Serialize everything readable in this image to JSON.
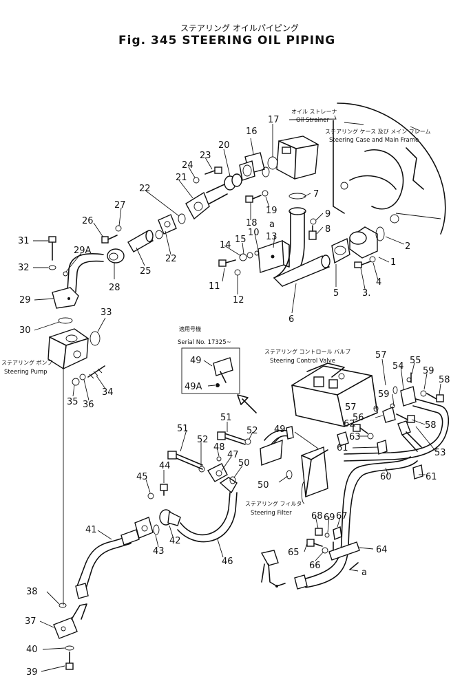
{
  "header": {
    "title_jp": "ステアリング オイルパイピング",
    "title": "Fig. 345 STEERING OIL PIPING"
  },
  "labels": {
    "oil_strainer_jp": "オイル ストレーナ",
    "oil_strainer": "Oil Strainer",
    "case_frame_jp": "ステアリング ケース 及び メイン フレーム",
    "case_frame": "Steering Case and Main Frame",
    "steering_pump_jp": "ステアリング ポンプ",
    "steering_pump": "Steering Pump",
    "serial_jp": "適用号機",
    "serial": "Serial No. 17325~",
    "control_valve_jp": "ステアリング コントロール バルブ",
    "control_valve": "Steering Control Valve",
    "filter_jp": "ステアリング フィルタ",
    "filter": "Steering Filter"
  },
  "callouts": {
    "n1": "1",
    "n2": "2",
    "n3": "3.",
    "n4": "4",
    "n5": "5",
    "n6": "6",
    "n7": "7",
    "n8": "8",
    "n9": "9",
    "n10": "10",
    "n11": "11",
    "n12": "12",
    "n13": "13",
    "n14": "14",
    "n15": "15",
    "n16": "16",
    "n17": "17",
    "n18": "18",
    "n19": "19",
    "n20": "20",
    "n21": "21",
    "n22a": "22",
    "n22b": "22",
    "n23": "23",
    "n24": "24",
    "n25": "25",
    "n26": "26",
    "n27": "27",
    "n28": "28",
    "n29": "29",
    "n29a": "29A",
    "n30": "30",
    "n31": "31",
    "n32": "32",
    "n33": "33",
    "n34": "34",
    "n35": "35",
    "n36": "36",
    "n37": "37",
    "n38": "38",
    "n39": "39",
    "n40": "40",
    "n41": "41",
    "n42": "42",
    "n43": "43",
    "n44": "44",
    "n45": "45",
    "n46": "46",
    "n47": "47",
    "n48": "48",
    "n49": "49",
    "n49b": "49",
    "n49a": "49A",
    "n50a": "50",
    "n50b": "50",
    "n51a": "51",
    "n51b": "51",
    "n52a": "52",
    "n52b": "52",
    "n53": "53",
    "n54": "54",
    "n55": "55",
    "n56": "56",
    "n57a": "57",
    "n57b": "57",
    "n58a": "58",
    "n58b": "58",
    "n59a": "59",
    "n59b": "59",
    "n60": "60",
    "n61a": "61",
    "n61b": "61",
    "n62": "62",
    "n63": "63",
    "n64": "64",
    "n65": "65",
    "n66": "66",
    "n67": "67",
    "n68": "68",
    "n69": "69",
    "a1": "a",
    "a2": "a"
  }
}
